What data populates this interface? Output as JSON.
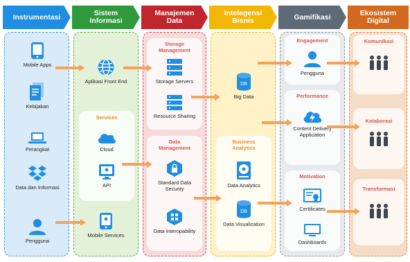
{
  "columns": [
    {
      "title": "Instrumentasi"
    },
    {
      "title": "Sistem Informasi"
    },
    {
      "title": "Manajemen Data"
    },
    {
      "title": "Intelegensi Bisnis"
    },
    {
      "title": "Gamifikasi"
    },
    {
      "title": "Ekosistem Digital"
    }
  ],
  "instrumentasi": {
    "items": [
      "Mobile Apps",
      "Kebijakan",
      "Perangkat",
      "Data dan Informasi",
      "Pengguna"
    ]
  },
  "sistem_informasi": {
    "front_end": "Aplikasi Front End",
    "services_title": "Services",
    "cloud": "Cloud",
    "api": "API",
    "mobile_services": "Mobile Services"
  },
  "manajemen_data": {
    "storage_title": "Storage Management",
    "storage_servers": "Storage Servers",
    "resource_sharing": "Resource Sharing",
    "data_title": "Data Management",
    "standard_data": "Standard Data Security",
    "interop": "Data Interopability"
  },
  "intelegensi_bisnis": {
    "big_data": "Big Data",
    "db_label": "DB",
    "analytics_title": "Business Analytics",
    "data_analytics": "Data Analytics",
    "data_visualization": "Data Visualization"
  },
  "gamifikasi": {
    "engagement_title": "Engagement",
    "pengguna": "Pengguna",
    "performance_title": "Performance",
    "cdn": "Content Delivery Application",
    "motivation_title": "Motivation",
    "certificates": "Certificates",
    "dashboards": "Dashboards"
  },
  "ekosistem": {
    "komunikasi": "Komunikasi",
    "kolaborasi": "Kolaborasi",
    "transformasi": "Transformasi"
  },
  "colors": {
    "arrow": "#f4a259",
    "blue_icon": "#1f8ee0",
    "dark_icon": "#3d4650",
    "panel_title_red": "#d9534f",
    "panel_title_orange": "#e68a2e"
  }
}
